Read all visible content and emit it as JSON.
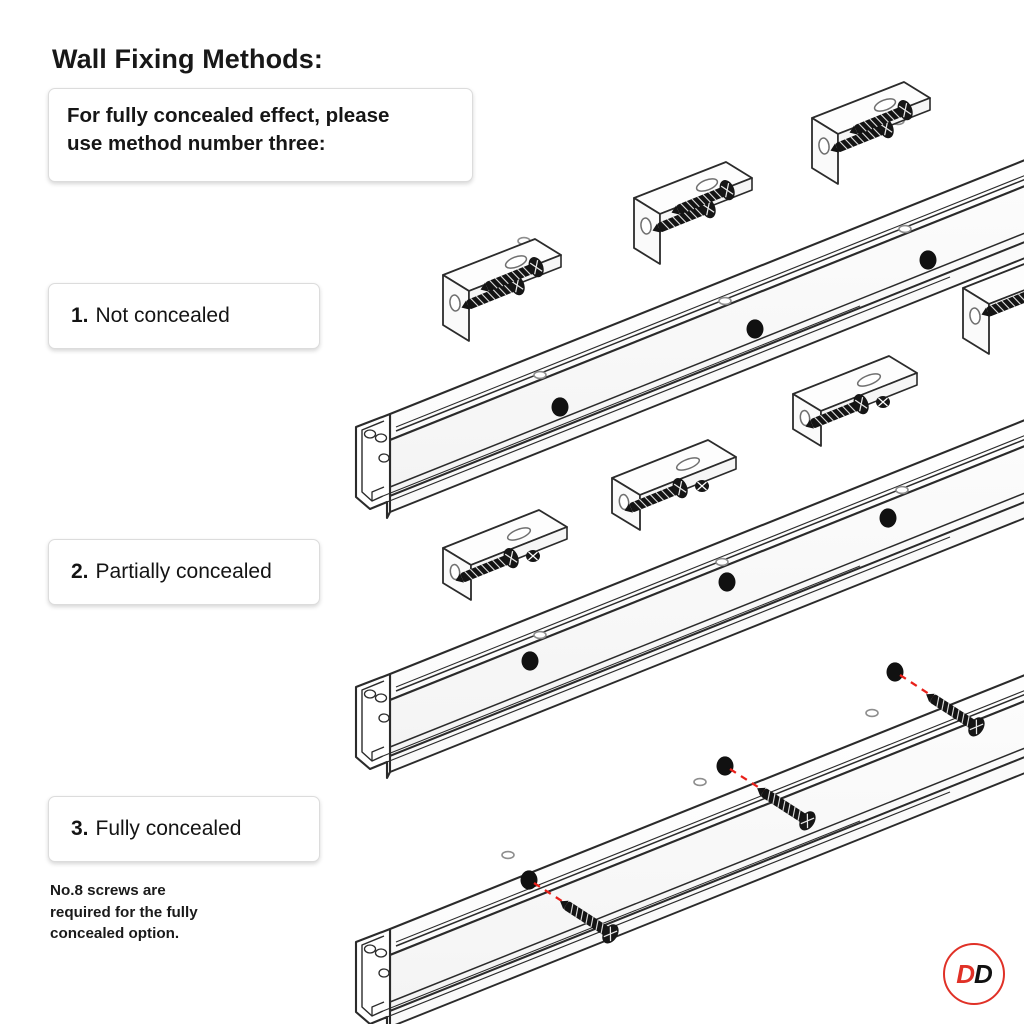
{
  "page": {
    "title": "Wall Fixing Methods:",
    "background": "#ffffff",
    "ink": "#1a1a1a"
  },
  "note": {
    "line1": "For fully concealed effect, please",
    "line2": "use method number three:"
  },
  "methods": [
    {
      "number": "1.",
      "label": "Not concealed"
    },
    {
      "number": "2.",
      "label": "Partially concealed"
    },
    {
      "number": "3.",
      "label": "Fully concealed"
    }
  ],
  "footnote": {
    "line1": "No.8 screws are",
    "line2": "required for the fully",
    "line3": "concealed option."
  },
  "logo": {
    "first_letter": "D",
    "second_letter": "D",
    "first_color": "#e03127",
    "second_color": "#111111",
    "ring_color": "#e03127"
  },
  "diagram": {
    "description": "Isometric line drawing of three sliding-door top rails with wall fixing brackets and screws",
    "line_color": "#2b2b2b",
    "accent_color": "#e8201a",
    "hole_color": "#111111",
    "rails": [
      {
        "id": "rail-1",
        "method": "1. Not concealed"
      },
      {
        "id": "rail-2",
        "method": "2. Partially concealed"
      },
      {
        "id": "rail-3",
        "method": "3. Fully concealed"
      }
    ],
    "bracket_groups": [
      {
        "id": "brackets-row-1",
        "type": "angle-bracket",
        "count": 4
      },
      {
        "id": "brackets-row-2",
        "type": "flat-plate-bracket",
        "count": 3
      }
    ],
    "screws": [
      {
        "id": "concealed-screw-1"
      },
      {
        "id": "concealed-screw-2"
      },
      {
        "id": "concealed-screw-3"
      }
    ]
  }
}
